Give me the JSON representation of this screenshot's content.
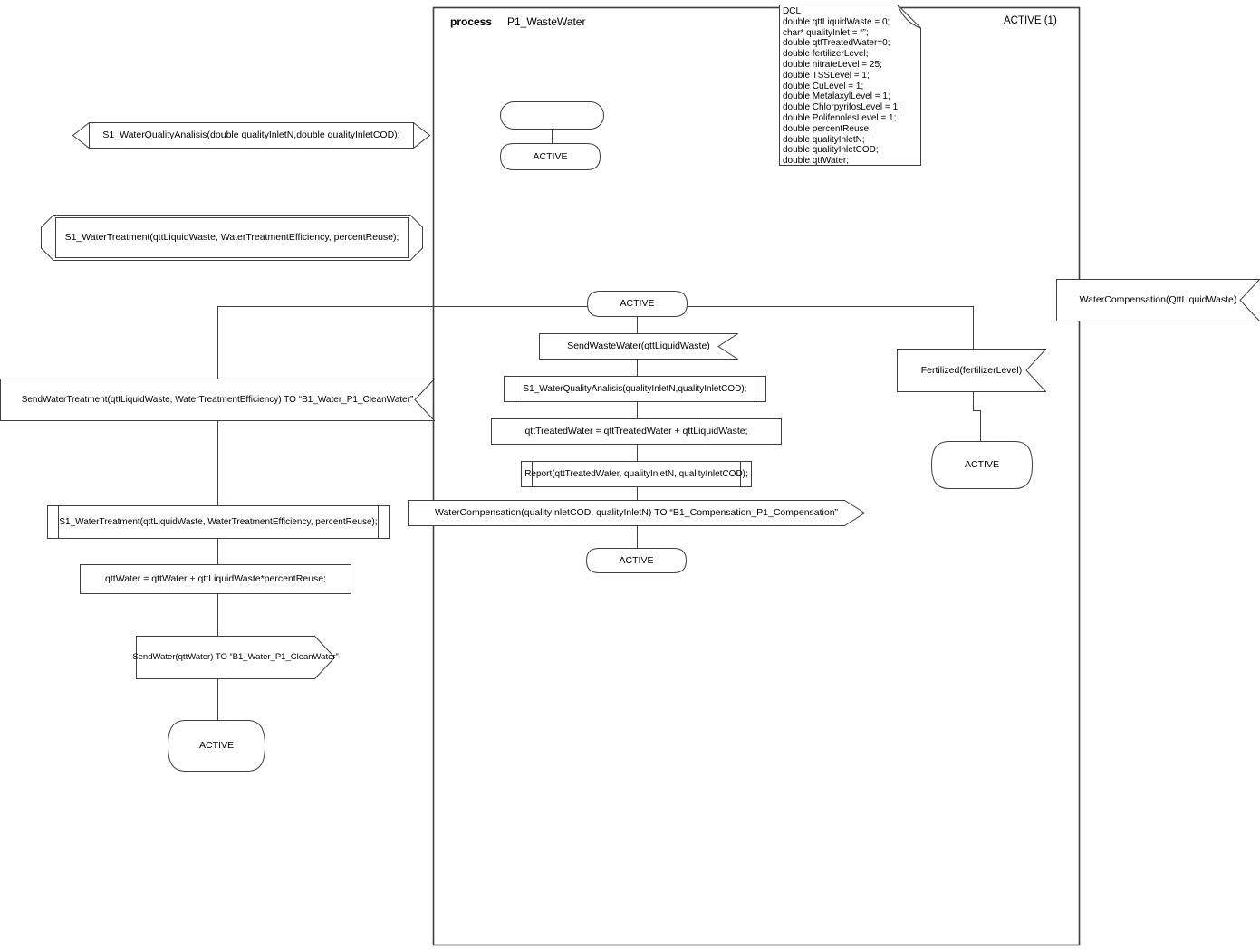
{
  "diagram": {
    "kind_label": "process",
    "process_name": "P1_WasteWater",
    "instance_label": "ACTIVE (1)",
    "state_label": "ACTIVE"
  },
  "dcl": {
    "text": "DCL\ndouble qttLiquidWaste = 0;\nchar* qualityInlet = “”;\ndouble qttTreatedWater=0;\ndouble fertilizerLevel;\ndouble nitrateLevel = 25;\ndouble TSSLevel = 1;\ndouble CuLevel = 1;\ndouble MetalaxylLevel = 1;\ndouble ChlorpyrifosLevel = 1;\ndouble PolifenolesLevel = 1;\ndouble percentReuse;\ndouble qualityInletN;\ndouble qualityInletCOD;\ndouble qttWater;"
  },
  "declarations": {
    "signal_water_quality": "S1_WaterQualityAnalisis(double qualityInletN,double qualityInletCOD);",
    "signal_water_treatment": "S1_WaterTreatment(qttLiquidWaste, WaterTreatmentEfficiency, percentReuse);"
  },
  "flow": {
    "send_waste_water": "SendWasteWater(qttLiquidWaste)",
    "call_water_quality": "S1_WaterQualityAnalisis(qualityInletN,qualityInletCOD);",
    "task_qtt_treated": "qttTreatedWater = qttTreatedWater + qttLiquidWaste;",
    "call_report": "Report(qttTreatedWater, qualityInletN, qualityInletCOD);",
    "output_water_compensation": "WaterCompensation(qualityInletCOD, qualityInletN) TO “B1_Compensation_P1_Compensation”",
    "input_fertilized": "Fertilized(fertilizerLevel)",
    "input_water_compensation": "WaterCompensation(QttLiquidWaste)",
    "output_send_water_treatment": "SendWaterTreatment(qttLiquidWaste, WaterTreatmentEfficiency) TO “B1_Water_P1_CleanWater”",
    "call_water_treatment": "S1_WaterTreatment(qttLiquidWaste, WaterTreatmentEfficiency, percentReuse);",
    "task_qtt_water": "qttWater = qttWater + qttLiquidWaste*percentReuse;",
    "output_send_water": "SendWater(qttWater) TO “B1_Water_P1_CleanWater”"
  }
}
